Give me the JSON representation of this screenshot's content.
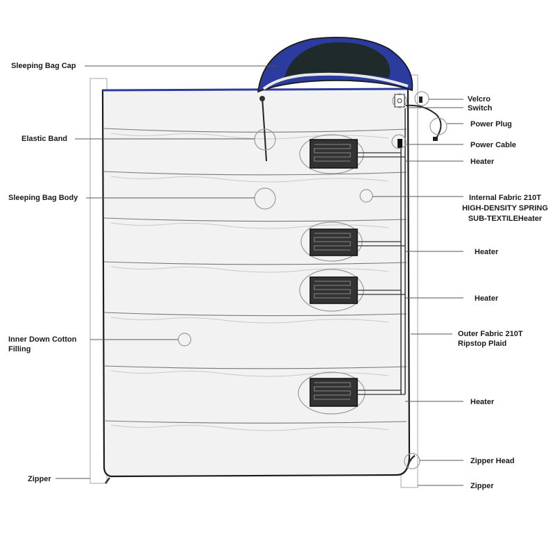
{
  "diagram": {
    "labels": {
      "sleeping_bag_cap": "Sleeping Bag Cap",
      "elastic_band": "Elastic Band",
      "sleeping_bag_body": "Sleeping Bag Body",
      "inner_filling_1": "Inner Down Cotton",
      "inner_filling_2": "Filling",
      "zipper_left": "Zipper",
      "velcro": "Velcro",
      "switch": "Switch",
      "power_plug": "Power Plug",
      "power_cable": "Power Cable",
      "heater_1": "Heater",
      "internal_fabric_1": "Internal Fabric 210T",
      "internal_fabric_2": "HIGH-DENSITY SPRING",
      "internal_fabric_3": "SUB-TEXTILEHeater",
      "heater_2": "Heater",
      "heater_3": "Heater",
      "outer_fabric_1": "Outer Fabric 210T",
      "outer_fabric_2": "Ripstop Plaid",
      "heater_4": "Heater",
      "zipper_head": "Zipper Head",
      "zipper_right": "Zipper"
    },
    "colors": {
      "cap": "#2b3c9e",
      "cap_inner": "#1f2a2a",
      "body_fill": "#f2f2f2",
      "outline": "#1a1a1a",
      "leader": "#555555",
      "heater_pad": "#333333",
      "circle": "#9a9a9a"
    }
  }
}
